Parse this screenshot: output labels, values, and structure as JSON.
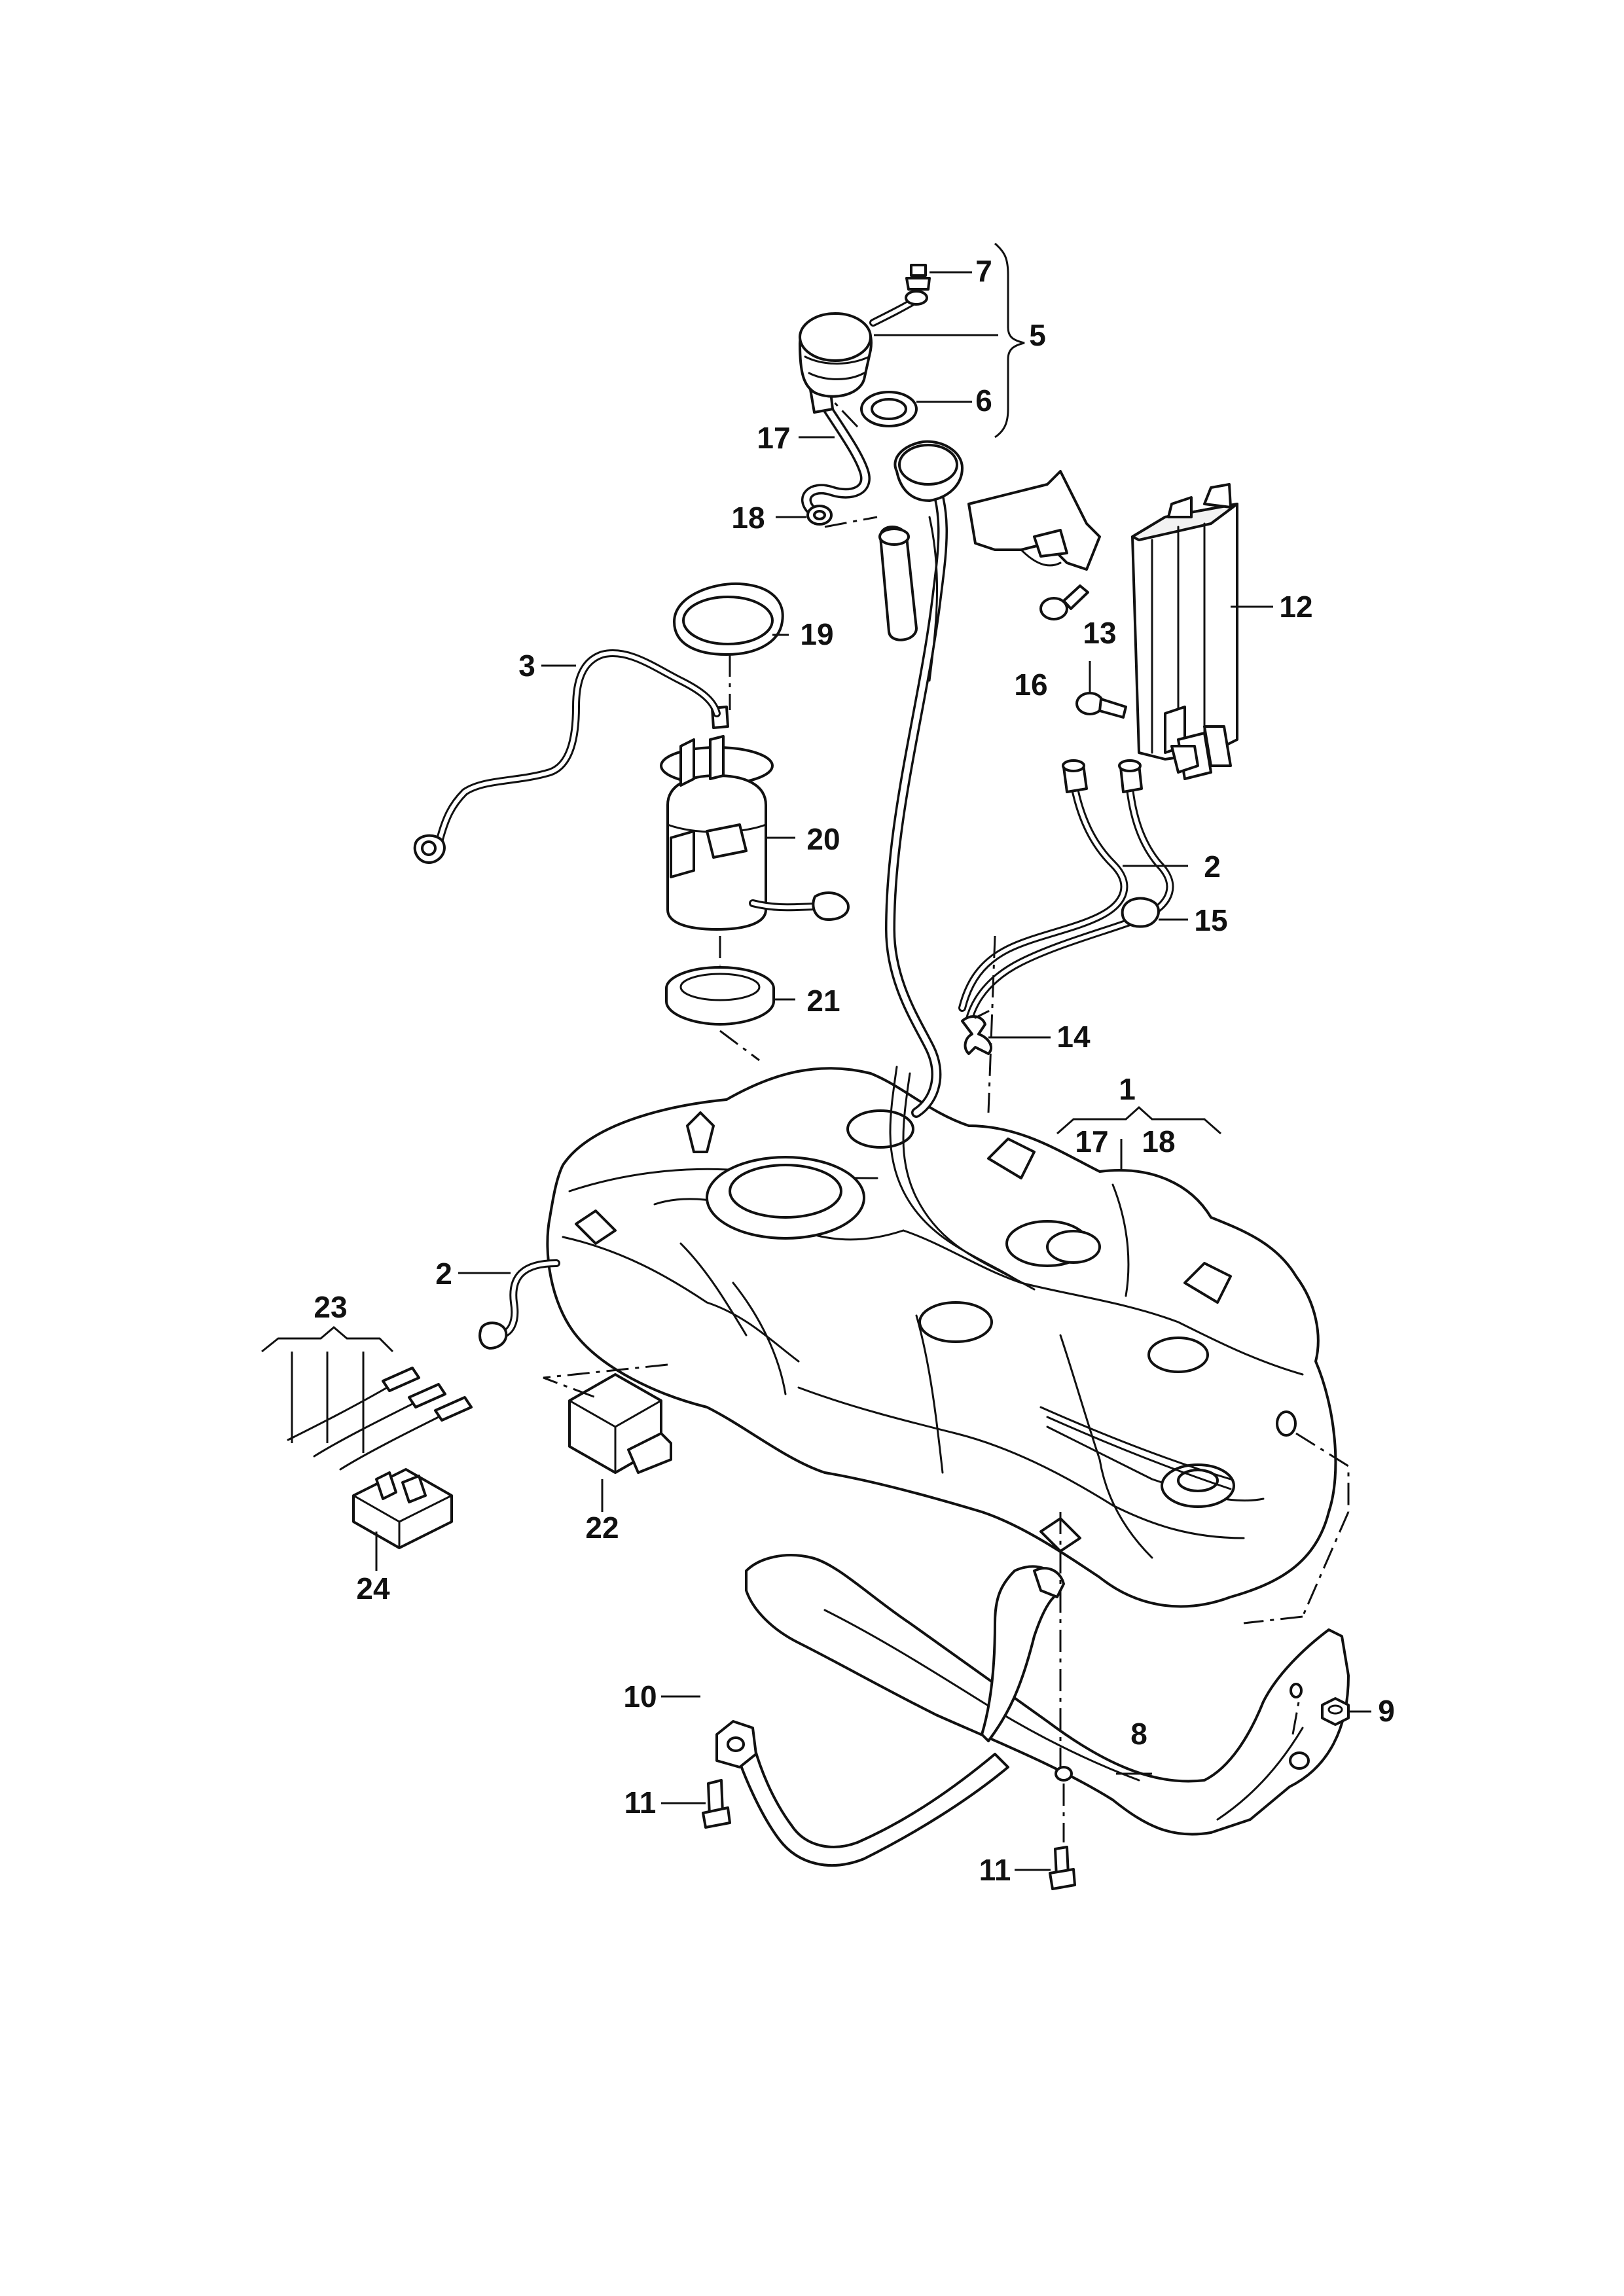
{
  "diagram": {
    "callouts": [
      {
        "id": "1",
        "label": "1"
      },
      {
        "id": "2-upper",
        "label": "2"
      },
      {
        "id": "2-lower",
        "label": "2"
      },
      {
        "id": "3",
        "label": "3"
      },
      {
        "id": "5",
        "label": "5"
      },
      {
        "id": "6",
        "label": "6"
      },
      {
        "id": "7",
        "label": "7"
      },
      {
        "id": "8",
        "label": "8"
      },
      {
        "id": "9",
        "label": "9"
      },
      {
        "id": "10",
        "label": "10"
      },
      {
        "id": "11-left",
        "label": "11"
      },
      {
        "id": "11-right",
        "label": "11"
      },
      {
        "id": "12",
        "label": "12"
      },
      {
        "id": "13",
        "label": "13"
      },
      {
        "id": "14",
        "label": "14"
      },
      {
        "id": "15",
        "label": "15"
      },
      {
        "id": "16",
        "label": "16"
      },
      {
        "id": "17-filler",
        "label": "17"
      },
      {
        "id": "17-tank",
        "label": "17"
      },
      {
        "id": "18-filler",
        "label": "18"
      },
      {
        "id": "18-tank",
        "label": "18"
      },
      {
        "id": "19",
        "label": "19"
      },
      {
        "id": "20",
        "label": "20"
      },
      {
        "id": "21",
        "label": "21"
      },
      {
        "id": "22",
        "label": "22"
      },
      {
        "id": "23",
        "label": "23"
      },
      {
        "id": "24",
        "label": "24"
      }
    ]
  }
}
